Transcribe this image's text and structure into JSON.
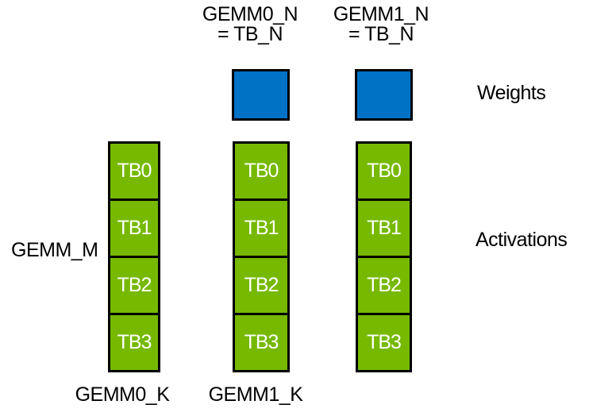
{
  "title_labels": {
    "gemm0_n": {
      "line1": "GEMM0_N",
      "line2": "= TB_N"
    },
    "gemm1_n": {
      "line1": "GEMM1_N",
      "line2": "= TB_N"
    }
  },
  "labels": {
    "gemm_m": "GEMM_M",
    "weights": "Weights",
    "activations": "Activations",
    "gemm0_k": "GEMM0_K",
    "gemm1_k": "GEMM1_K"
  },
  "columns": [
    {
      "blocks": [
        "TB0",
        "TB1",
        "TB2",
        "TB3"
      ]
    },
    {
      "blocks": [
        "TB0",
        "TB1",
        "TB2",
        "TB3"
      ]
    },
    {
      "blocks": [
        "TB0",
        "TB1",
        "TB2",
        "TB3"
      ]
    }
  ],
  "colors": {
    "weight_fill": "#0072c6",
    "activation_fill": "#76b900",
    "outline": "#000000",
    "block_text": "#ffffff"
  }
}
